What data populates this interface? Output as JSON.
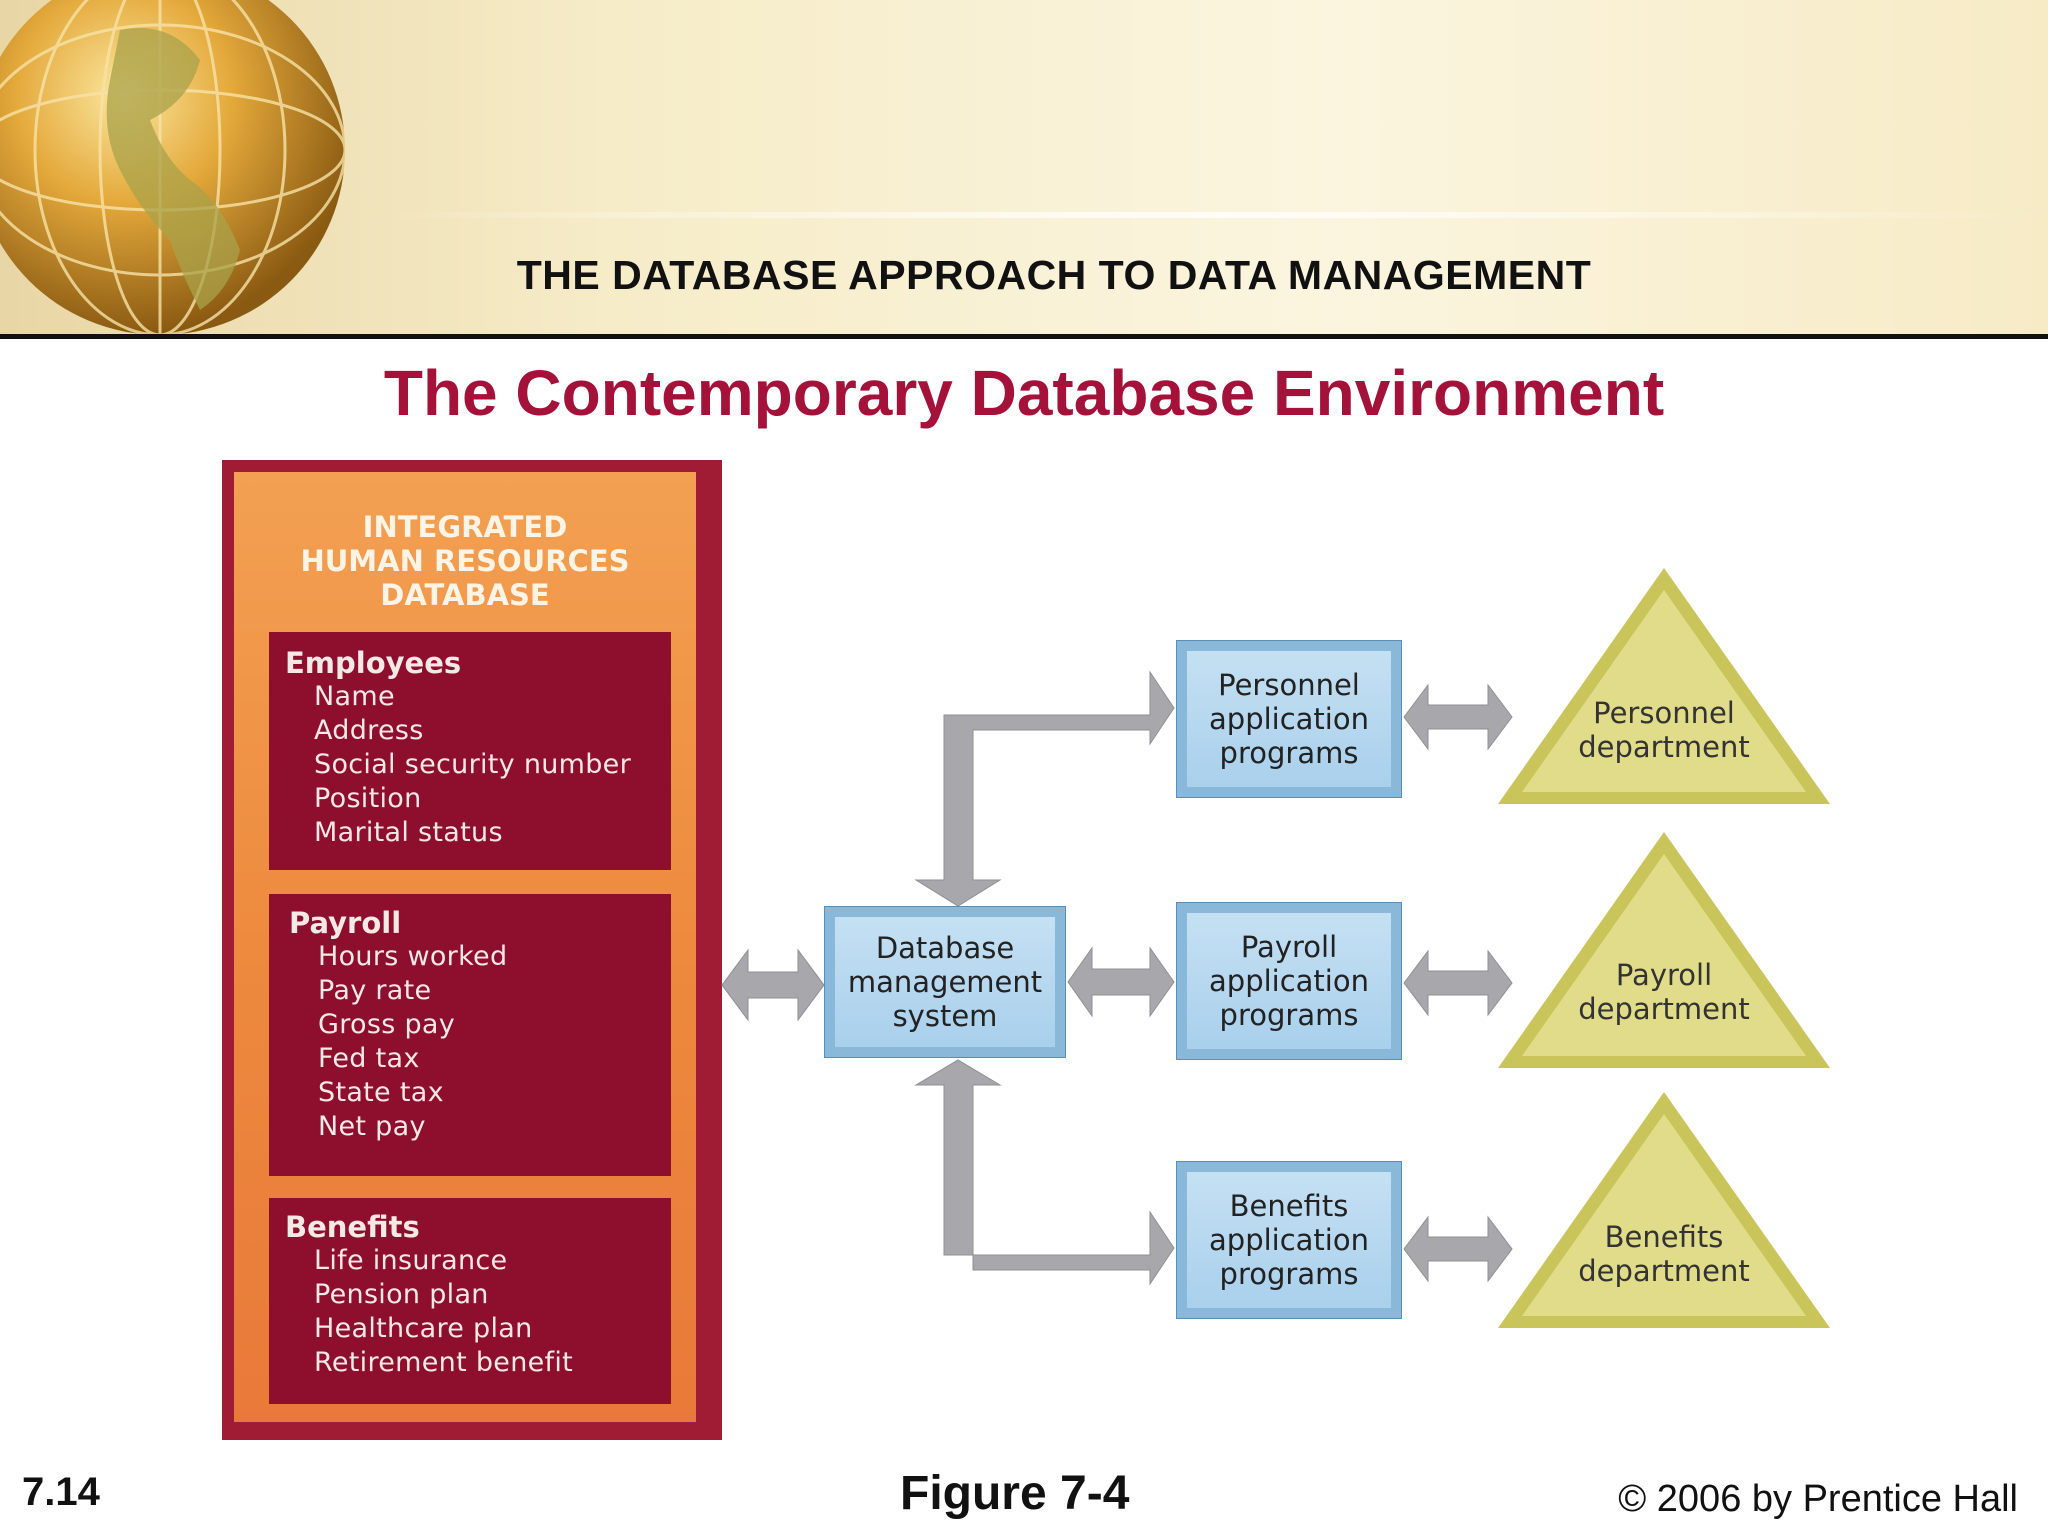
{
  "header": {
    "section_title": "THE DATABASE APPROACH TO DATA MANAGEMENT",
    "slide_title": "The Contemporary Database Environment"
  },
  "database": {
    "title_lines": [
      "INTEGRATED",
      "HUMAN RESOURCES",
      "DATABASE"
    ],
    "tables": [
      {
        "name": "Employees",
        "fields": [
          "Name",
          "Address",
          "Social security number",
          "Position",
          "Marital status"
        ]
      },
      {
        "name": "Payroll",
        "fields": [
          "Hours worked",
          "Pay rate",
          "Gross pay",
          "Fed tax",
          "State tax",
          "Net pay"
        ]
      },
      {
        "name": "Benefits",
        "fields": [
          "Life insurance",
          "Pension plan",
          "Healthcare plan",
          "Retirement benefit"
        ]
      }
    ]
  },
  "dbms": {
    "lines": [
      "Database",
      "management",
      "system"
    ]
  },
  "programs": [
    {
      "lines": [
        "Personnel",
        "application",
        "programs"
      ]
    },
    {
      "lines": [
        "Payroll",
        "application",
        "programs"
      ]
    },
    {
      "lines": [
        "Benefits",
        "application",
        "programs"
      ]
    }
  ],
  "departments": [
    {
      "lines": [
        "Personnel",
        "department"
      ]
    },
    {
      "lines": [
        "Payroll",
        "department"
      ]
    },
    {
      "lines": [
        "Benefits",
        "department"
      ]
    }
  ],
  "colors": {
    "title_red": "#a4123a",
    "db_border": "#a01c34",
    "db_orange": "#ed8a3e",
    "table_maroon": "#8e0e2e",
    "box_blue": "#a9d0ec",
    "triangle_olive": "#d9d67a",
    "arrow_gray": "#a8a8ac"
  },
  "footer": {
    "slide_number": "7.14",
    "figure_label": "Figure 7-4",
    "copyright": "© 2006 by Prentice Hall"
  }
}
